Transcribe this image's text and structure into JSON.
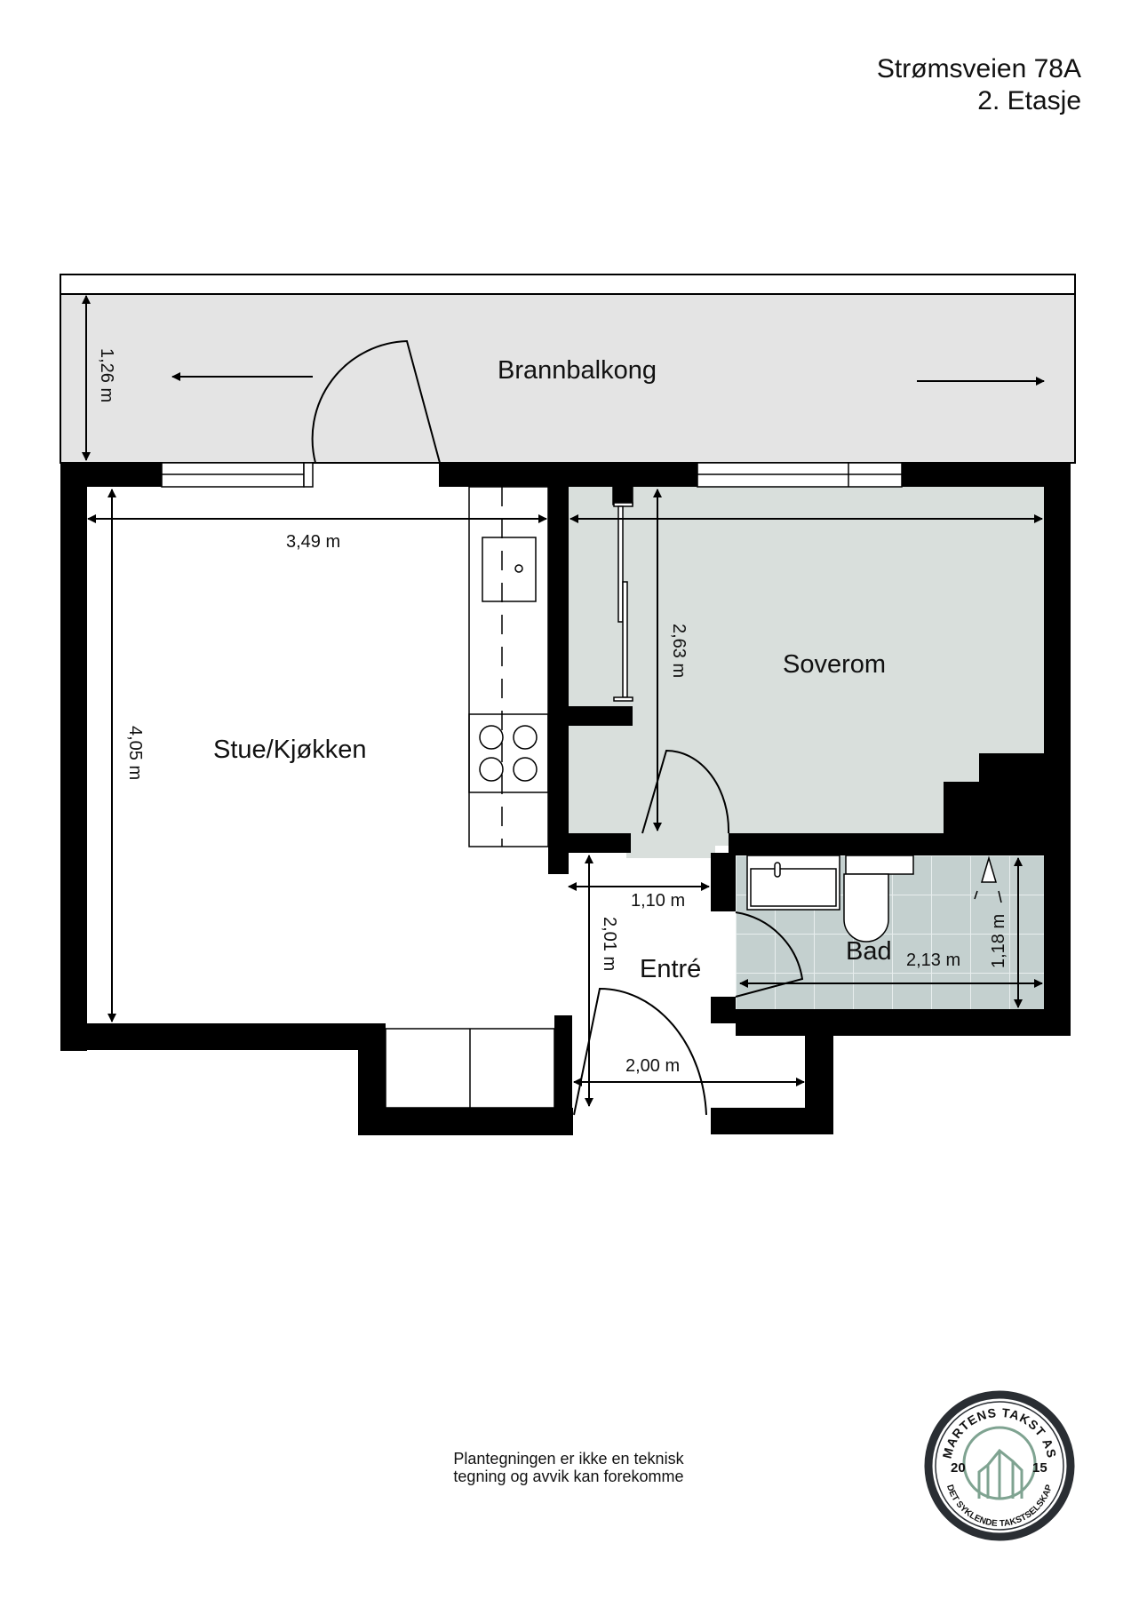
{
  "header": {
    "address": "Strømsveien 78A",
    "floor": "2. Etasje"
  },
  "rooms": {
    "balcony": "Brannbalkong",
    "living_kitchen": "Stue/Kjøkken",
    "bedroom": "Soverom",
    "bathroom": "Bad",
    "entry": "Entré"
  },
  "dimensions": {
    "balcony_depth": "1,26 m",
    "living_width": "3,49 m",
    "living_length": "4,05 m",
    "bedroom_length": "2,63 m",
    "entry_width": "1,10 m",
    "entry_length": "2,01 m",
    "bath_width": "2,13 m",
    "bath_depth": "1,18 m",
    "entrance_width": "2,00 m"
  },
  "disclaimer": {
    "line1": "Plantegningen er ikke en teknisk",
    "line2": "tegning og avvik kan forekomme"
  },
  "logo": {
    "name": "MARTENS TAKST AS",
    "year_left": "20",
    "year_right": "15",
    "tagline": "DET SYKLENDE TAKSTSELSKAP"
  },
  "colors": {
    "wall": "#000000",
    "balcony_floor": "#e4e4e4",
    "bedroom_floor": "#d9dfdc",
    "bath_floor": "#c4d0cf",
    "logo_dark": "#2a2e33",
    "logo_green": "#7fa391"
  }
}
